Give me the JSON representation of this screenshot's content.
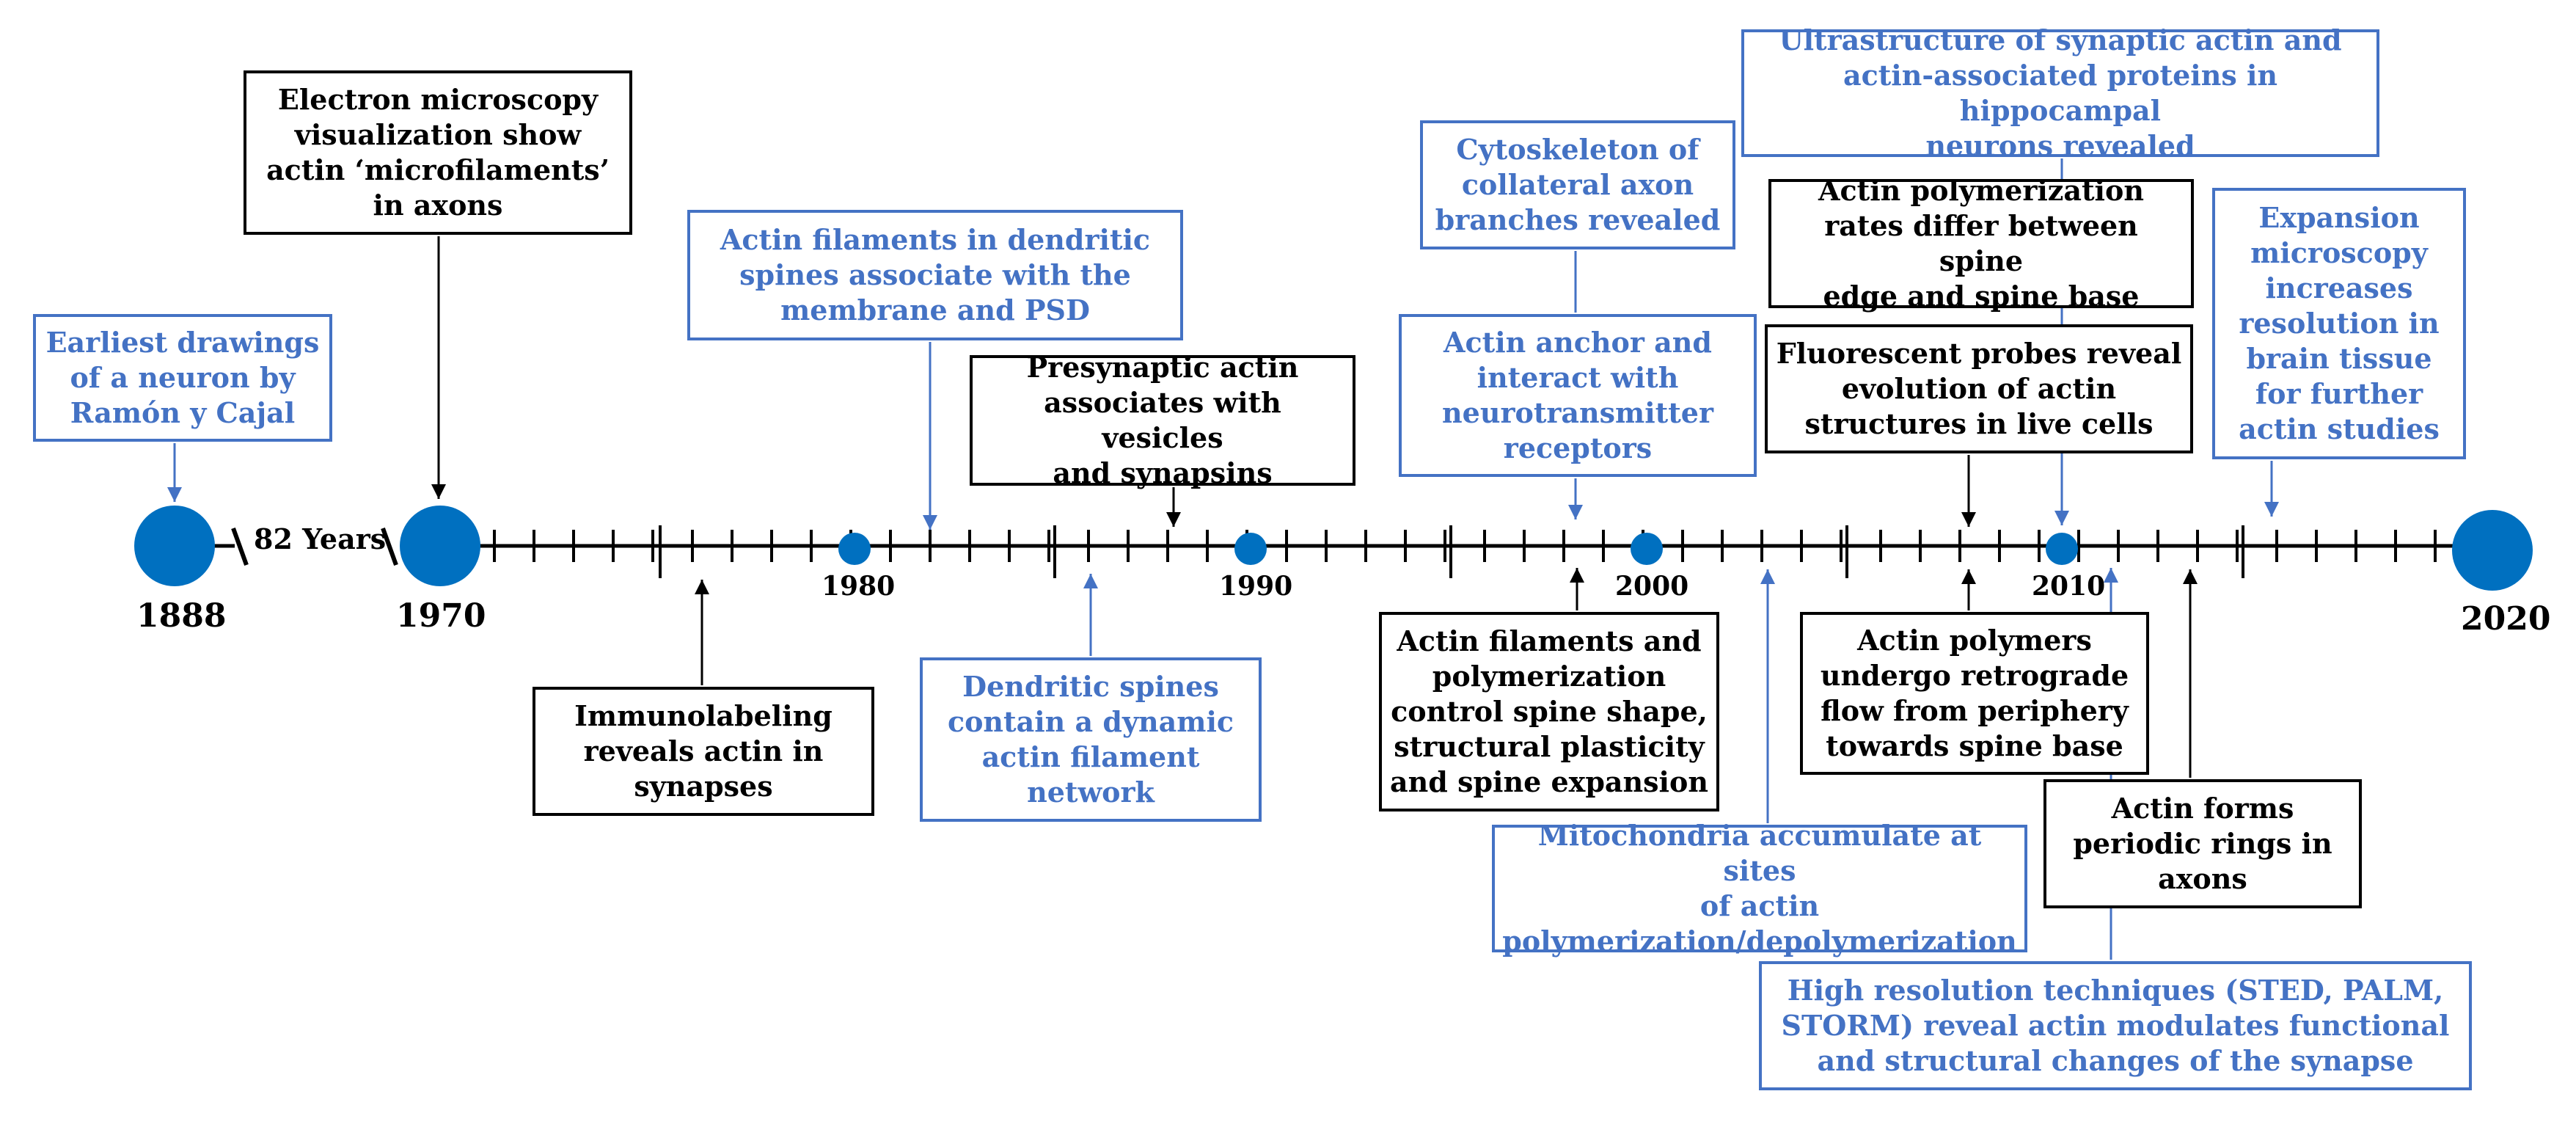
{
  "timeline": {
    "gap_label": "82 Years",
    "year_labels": {
      "y1888": "1888",
      "y1970": "1970",
      "y1980": "1980",
      "y1990": "1990",
      "y2000": "2000",
      "y2010": "2010",
      "y2020": "2020"
    },
    "colors": {
      "axis": "#000000",
      "marker": "#0070c0",
      "blue_text": "#4472c4",
      "black_text": "#000000"
    }
  },
  "events": [
    {
      "id": "ev-ramon-y-cajal",
      "year": 1888,
      "color": "blue",
      "text": "Earliest drawings\nof a neuron by\nRamón y Cajal"
    },
    {
      "id": "ev-electron-microscopy",
      "year": 1970,
      "color": "black",
      "text": "Electron microscopy\nvisualization show\nactin  ‘microfilaments’\nin axons"
    },
    {
      "id": "ev-immunolabeling",
      "year": 1977,
      "color": "black",
      "text": "Immunolabeling\nreveals actin in\nsynapses"
    },
    {
      "id": "ev-dendritic-spines-membrane",
      "year": 1982,
      "color": "blue",
      "text": "Actin filaments in dendritic\nspines associate with the\nmembrane and PSD"
    },
    {
      "id": "ev-dynamic-network",
      "year": 1986,
      "color": "blue",
      "text": "Dendritic spines\ncontain a dynamic\nactin filament\nnetwork"
    },
    {
      "id": "ev-presynaptic",
      "year": 1988,
      "color": "black",
      "text": "Presynaptic actin\nassociates with vesicles\nand synapsins"
    },
    {
      "id": "ev-spine-shape",
      "year": 1998,
      "color": "black",
      "text": "Actin filaments and\npolymerization\ncontrol spine shape,\nstructural plasticity\nand spine expansion"
    },
    {
      "id": "ev-anchor-receptors",
      "year": 1998,
      "color": "blue",
      "text": "Actin anchor and\ninteract with\nneurotransmitter\nreceptors"
    },
    {
      "id": "ev-collateral-axon",
      "year": 1998,
      "color": "blue",
      "text": "Cytoskeleton of\ncollateral  axon\nbranches revealed"
    },
    {
      "id": "ev-mitochondria",
      "year": 2003,
      "color": "blue",
      "text": "Mitochondria accumulate at sites\nof actin\npolymerization/depolymerization"
    },
    {
      "id": "ev-fluorescent-probes",
      "year": 2008,
      "color": "black",
      "text": "Fluorescent probes reveal\nevolution of actin\nstructures in live cells"
    },
    {
      "id": "ev-retrograde-flow",
      "year": 2008,
      "color": "black",
      "text": "Actin polymers\nundergo retrograde\nflow from periphery\ntowards spine base"
    },
    {
      "id": "ev-polymerization-rates",
      "year": 2010,
      "color": "black",
      "text": "Actin polymerization\nrates differ between spine\nedge and spine base"
    },
    {
      "id": "ev-ultrastructure",
      "year": 2010,
      "color": "blue",
      "text": "Ultrastructure of synaptic actin and\nactin-associated proteins in hippocampal\nneurons revealed"
    },
    {
      "id": "ev-high-resolution",
      "year": 2011,
      "color": "blue",
      "text": "High resolution techniques (STED, PALM,\nSTORM) reveal actin modulates functional\nand structural changes of the synapse"
    },
    {
      "id": "ev-periodic-rings",
      "year": 2013,
      "color": "black",
      "text": "Actin forms\nperiodic rings in\naxons"
    },
    {
      "id": "ev-expansion-microscopy",
      "year": 2015,
      "color": "blue",
      "text": "Expansion\nmicroscopy\nincreases\nresolution in\nbrain tissue\nfor further\nactin studies"
    }
  ]
}
